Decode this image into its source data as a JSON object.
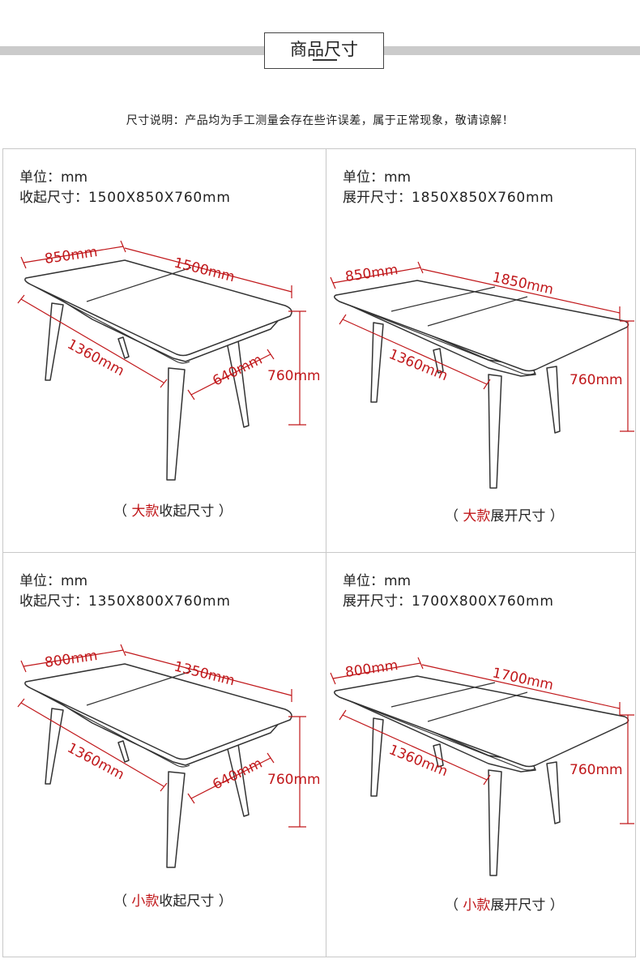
{
  "header": {
    "title": "商品尺寸"
  },
  "note": "尺寸说明：产品均为手工测量会存在些许误差，属于正常现象，敬请谅解！",
  "panels": [
    {
      "unit_label": "单位：",
      "unit": "mm",
      "size_label": "收起尺寸：",
      "size": "1500X850X760mm",
      "dims": {
        "width": "850mm",
        "length": "1500mm",
        "leg": "1360mm",
        "inner": "640mm",
        "height": "760mm"
      },
      "caption": {
        "open": "（ ",
        "model": "大款",
        "state": "收起尺寸",
        "close": " ）"
      }
    },
    {
      "unit_label": "单位：",
      "unit": "mm",
      "size_label": "展开尺寸：",
      "size": "1850X850X760mm",
      "dims": {
        "width": "850mm",
        "length": "1850mm",
        "leg": "1360mm",
        "height": "760mm"
      },
      "caption": {
        "open": "（ ",
        "model": "大款",
        "state": "展开尺寸",
        "close": " ）"
      }
    },
    {
      "unit_label": "单位：",
      "unit": "mm",
      "size_label": "收起尺寸：",
      "size": "1350X800X760mm",
      "dims": {
        "width": "800mm",
        "length": "1350mm",
        "leg": "1360mm",
        "inner": "640mm",
        "height": "760mm"
      },
      "caption": {
        "open": "（ ",
        "model": "小款",
        "state": "收起尺寸",
        "close": " ）"
      }
    },
    {
      "unit_label": "单位：",
      "unit": "mm",
      "size_label": "展开尺寸：",
      "size": "1700X800X760mm",
      "dims": {
        "width": "800mm",
        "length": "1700mm",
        "leg": "1360mm",
        "height": "760mm"
      },
      "caption": {
        "open": "（ ",
        "model": "小款",
        "state": "展开尺寸",
        "close": " ）"
      }
    }
  ],
  "colors": {
    "accent": "#c0171a",
    "line": "#333333",
    "border": "#c8c8c8"
  }
}
